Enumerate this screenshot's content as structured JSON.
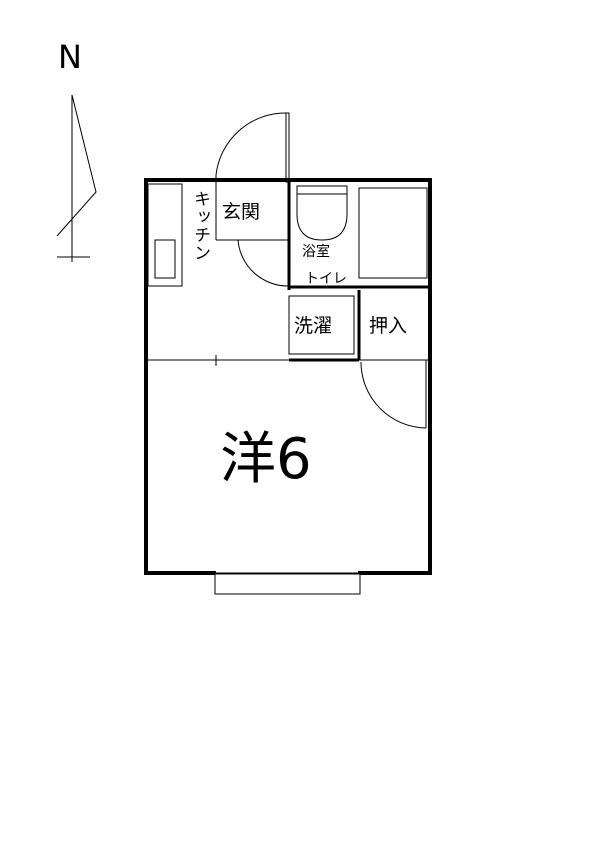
{
  "compass": {
    "label": "N"
  },
  "rooms": {
    "kitchen": "キッチン",
    "entrance": "玄関",
    "bath": "浴室",
    "toilet": "トイレ",
    "laundry": "洗濯",
    "closet": "押入",
    "western_room": "洋6"
  },
  "colors": {
    "line": "#000000",
    "background": "#ffffff"
  }
}
